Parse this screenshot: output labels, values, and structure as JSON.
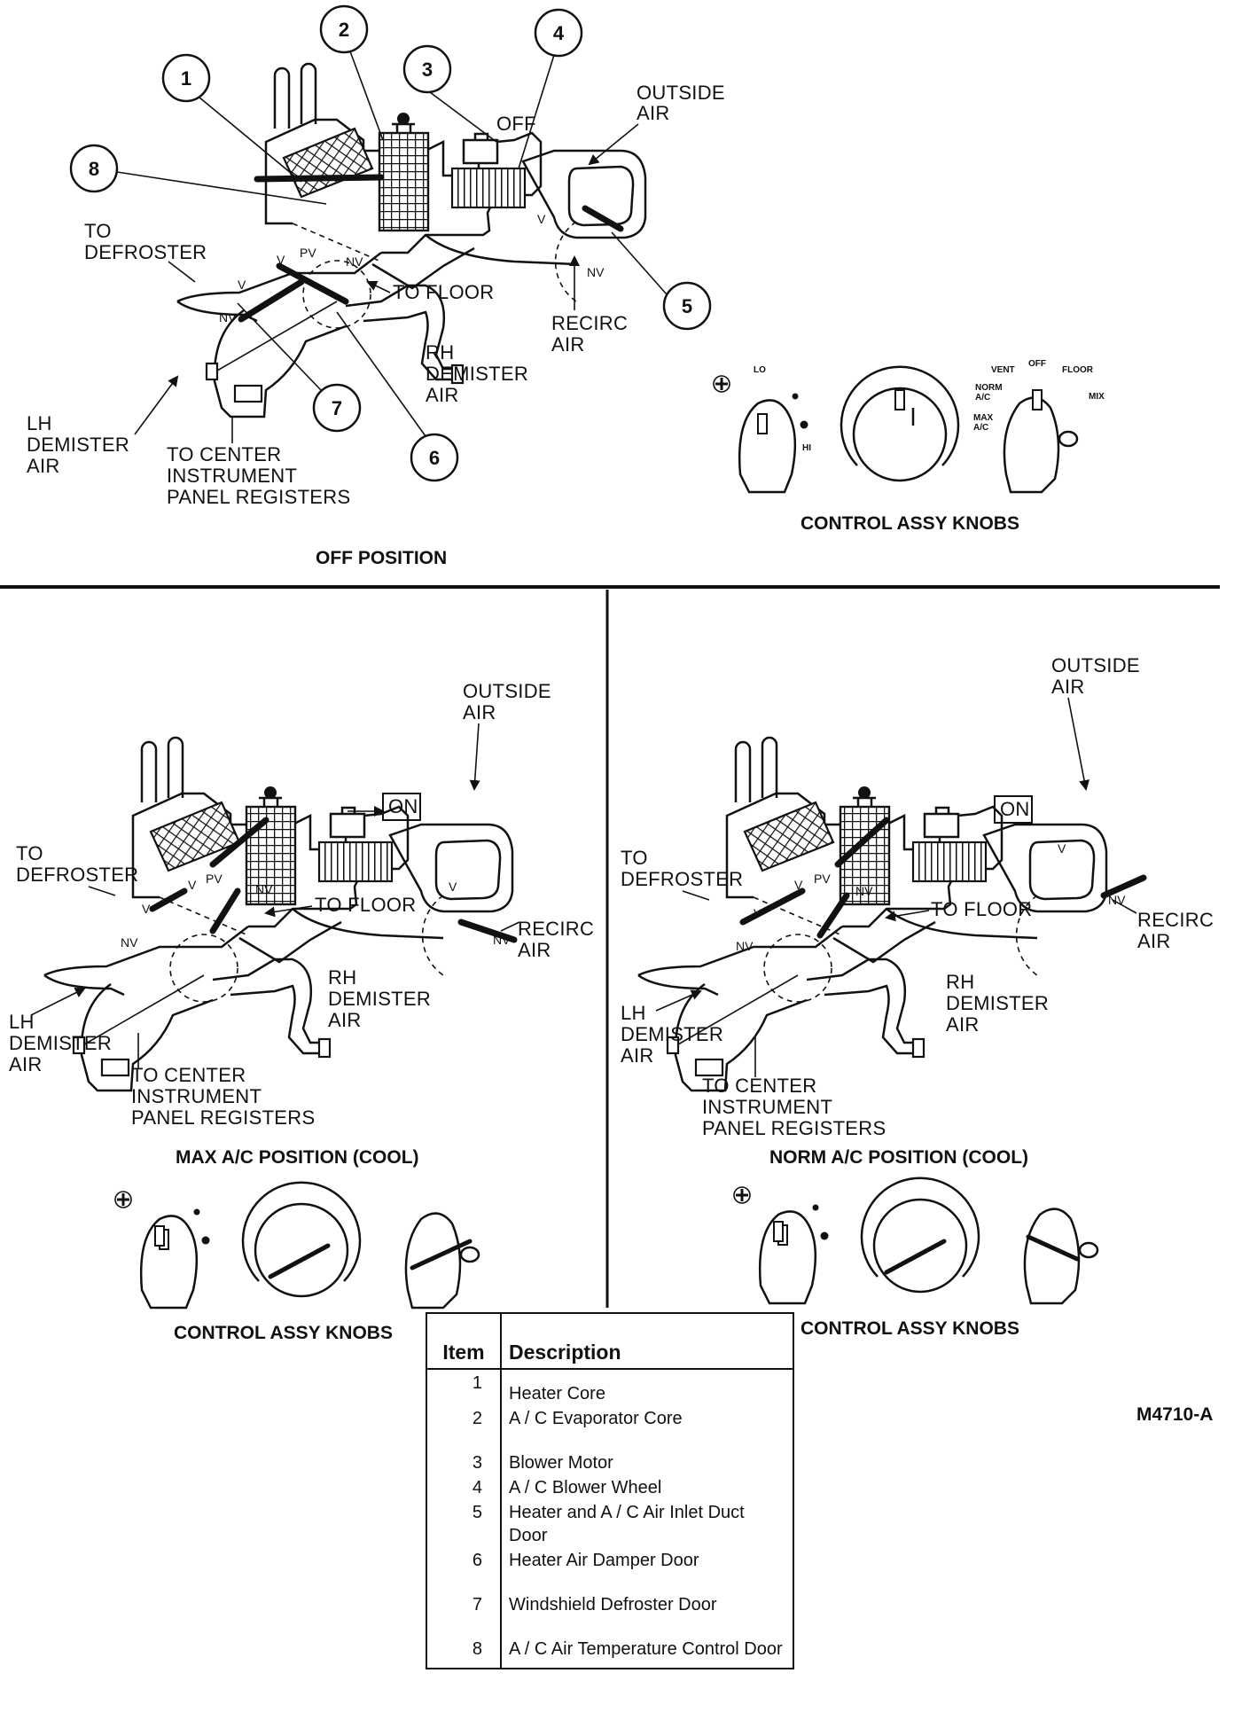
{
  "callouts": [
    "1",
    "2",
    "3",
    "4",
    "5",
    "6",
    "7",
    "8"
  ],
  "off_view": {
    "caption": "OFF POSITION",
    "switch_label": "OFF",
    "labels": {
      "outside_air": [
        "OUTSIDE",
        "AIR"
      ],
      "to_defroster": [
        "TO",
        "DEFROSTER"
      ],
      "to_floor": "TO FLOOR",
      "recirc_air": [
        "RECIRC",
        "AIR"
      ],
      "rh_demister_air": [
        "RH",
        "DEMISTER",
        "AIR"
      ],
      "lh_demister_air": [
        "LH",
        "DEMISTER",
        "AIR"
      ],
      "to_center_registers": [
        "TO CENTER",
        "INSTRUMENT",
        "PANEL REGISTERS"
      ]
    },
    "door_marks": [
      "V",
      "PV",
      "NV",
      "V",
      "NV",
      "V",
      "NV"
    ],
    "knobs_caption": "CONTROL ASSY KNOBS",
    "knob_labels": {
      "lo": "LO",
      "hi": "HI",
      "vent": "VENT",
      "off": "OFF",
      "floor": "FLOOR",
      "norm_ac": [
        "NORM",
        "A/C"
      ],
      "max_ac": [
        "MAX",
        "A/C"
      ],
      "mix": "MIX"
    }
  },
  "max_view": {
    "caption": "MAX A/C POSITION (COOL)",
    "switch_label": "ON",
    "labels": {
      "outside_air": [
        "OUTSIDE",
        "AIR"
      ],
      "to_defroster": [
        "TO",
        "DEFROSTER"
      ],
      "to_floor": "TO FLOOR",
      "recirc_air": [
        "RECIRC",
        "AIR"
      ],
      "rh_demister_air": [
        "RH",
        "DEMISTER",
        "AIR"
      ],
      "lh_demister_air": [
        "LH",
        "DEMISTER",
        "AIR"
      ],
      "to_center_registers": [
        "TO CENTER",
        "INSTRUMENT",
        "PANEL REGISTERS"
      ]
    },
    "door_marks": [
      "V",
      "PV",
      "NV",
      "V",
      "NV",
      "V",
      "NV"
    ],
    "knobs_caption": "CONTROL ASSY KNOBS"
  },
  "norm_view": {
    "caption": "NORM A/C POSITION (COOL)",
    "switch_label": "ON",
    "labels": {
      "outside_air": [
        "OUTSIDE",
        "AIR"
      ],
      "to_defroster": [
        "TO",
        "DEFROSTER"
      ],
      "to_floor": "TO FLOOR",
      "recirc_air": [
        "RECIRC",
        "AIR"
      ],
      "rh_demister_air": [
        "RH",
        "DEMISTER",
        "AIR"
      ],
      "lh_demister_air": [
        "LH",
        "DEMISTER",
        "AIR"
      ],
      "to_center_registers": [
        "TO CENTER",
        "INSTRUMENT",
        "PANEL REGISTERS"
      ]
    },
    "door_marks": [
      "V",
      "PV",
      "NV",
      "V",
      "NV",
      "V",
      "NV"
    ],
    "knobs_caption": "CONTROL ASSY KNOBS"
  },
  "legend": {
    "header_item": "Item",
    "header_description": "Description",
    "rows": [
      {
        "item": "1",
        "description": "Heater Core"
      },
      {
        "item": "2",
        "description": "A / C Evaporator Core"
      },
      {
        "item": "3",
        "description": "Blower Motor"
      },
      {
        "item": "4",
        "description": "A / C Blower Wheel"
      },
      {
        "item": "5",
        "description": "Heater and A / C Air Inlet Duct Door"
      },
      {
        "item": "6",
        "description": "Heater Air Damper Door"
      },
      {
        "item": "7",
        "description": "Windshield Defroster Door"
      },
      {
        "item": "8",
        "description": "A / C Air Temperature Control Door"
      }
    ]
  },
  "figure_id": "M4710-A"
}
